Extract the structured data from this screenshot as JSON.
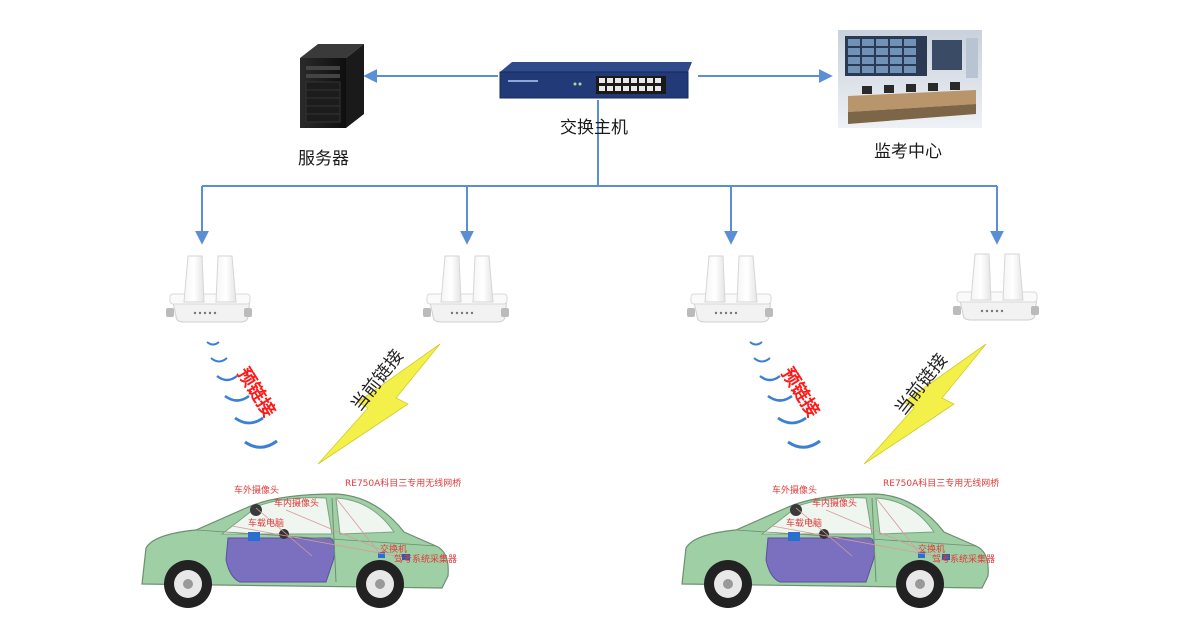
{
  "nodes": {
    "server_label": "服务器",
    "switch_label": "交换主机",
    "monitor_label": "监考中心"
  },
  "links": {
    "pre_link": "预链接",
    "current_link": "当前链接"
  },
  "car": {
    "outer_camera": "车外摄像头",
    "bridge": "RE750A科目三专用无线网桥",
    "inner_camera": "车内摄像头",
    "onboard_pc": "车载电脑",
    "switch": "交换机",
    "collector": "驾考系统采集器"
  },
  "colors": {
    "line_blue": "#5b8fd4",
    "signal_blue": "#3b7fd6",
    "bolt_yellow": "#f3f04a",
    "car_body": "#9fcfa5",
    "car_door": "#7b6fc0",
    "label_red": "#e23a3a"
  }
}
